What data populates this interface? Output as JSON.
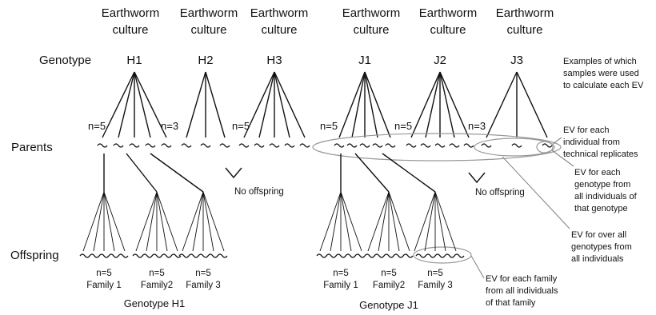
{
  "culture_label": [
    "Earthworm",
    "culture"
  ],
  "cultures": [
    "H1",
    "H2",
    "H3",
    "J1",
    "J2",
    "J3"
  ],
  "cultures_n": [
    "n=5",
    "n=3",
    "n=5",
    "n=5",
    "n=5",
    "n=3"
  ],
  "row_labels": {
    "genotype": "Genotype",
    "parents": "Parents",
    "offspring": "Offspring"
  },
  "no_offspring": "No offspring",
  "families": [
    {
      "n": "n=5",
      "label": "Family 1"
    },
    {
      "n": "n=5",
      "label": "Family2"
    },
    {
      "n": "n=5",
      "label": "Family 3"
    }
  ],
  "group_labels": [
    "Genotype H1",
    "Genotype J1"
  ],
  "examples_title": [
    "Examples of which",
    "samples were used",
    "to calculate each EV"
  ],
  "ev_notes": {
    "individual": [
      "EV for each",
      "individual from",
      "technical replicates"
    ],
    "genotype": [
      "EV for each",
      "genotype from",
      "all individuals of",
      "that genotype"
    ],
    "overall": [
      "EV for over all",
      "genotypes from",
      "all individuals"
    ],
    "family": [
      "EV for each family",
      "from all individuals",
      "of that family"
    ]
  }
}
